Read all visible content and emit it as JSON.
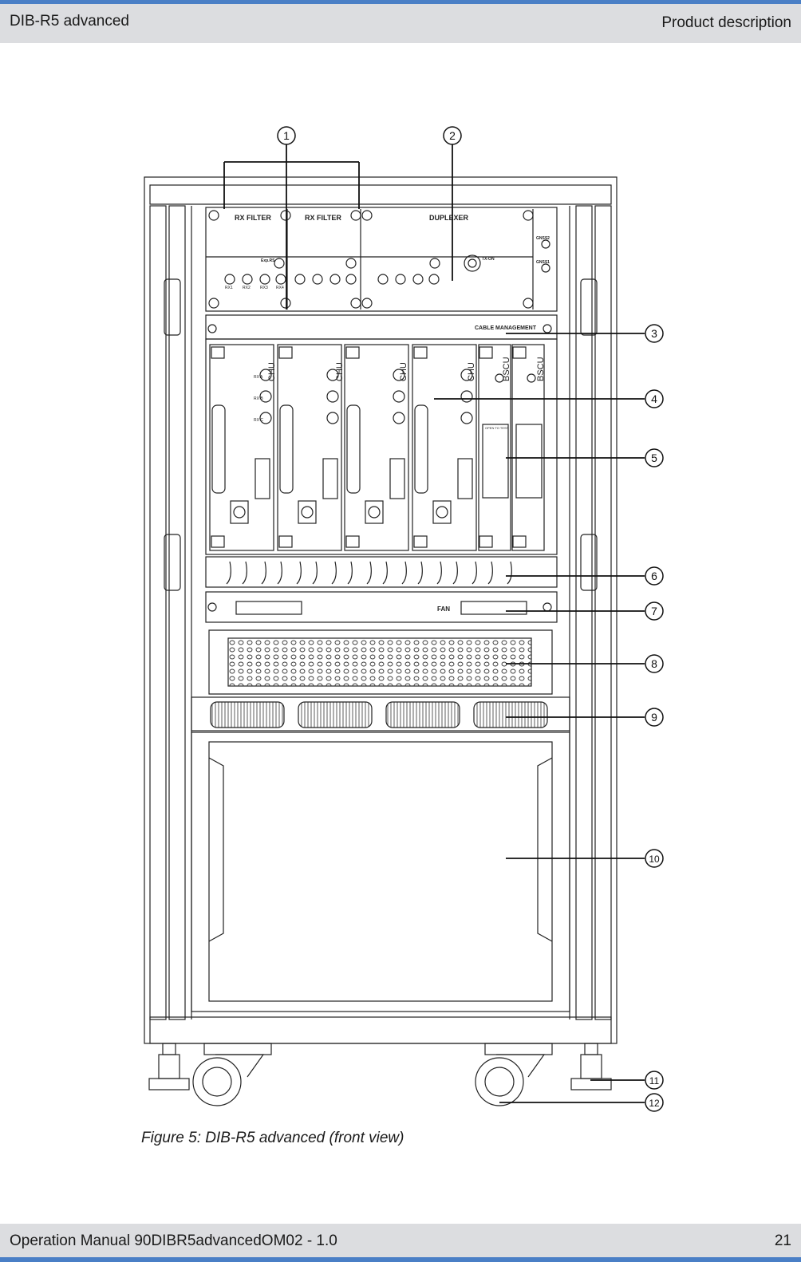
{
  "header": {
    "left": "DIB-R5 advanced",
    "right": "Product description"
  },
  "footer": {
    "left": "Operation Manual 90DIBR5advancedOM02 - 1.0",
    "right": "21"
  },
  "figure": {
    "caption": "Figure 5: DIB-R5 advanced (front view)",
    "panel_labels": {
      "rx_filter_1": "RX FILTER",
      "rx_filter_2": "RX FILTER",
      "duplexer": "DUPLEXER",
      "cable_management": "CABLE MANAGEMENT",
      "fan": "FAN",
      "gnss2": "GNSS2",
      "gnss1": "GNSS1",
      "tx_on": "TX-ON",
      "exp_rs": "Exp.RS",
      "open_to_test": "OPEN TO TEST"
    },
    "rx_port_labels": [
      "RX1",
      "RX2",
      "RX3",
      "RX4"
    ],
    "chu_port_labels": [
      "RX A",
      "RX B",
      "RX C"
    ],
    "chu_label": "CHU",
    "bscu_label": "BSCU",
    "callouts": [
      "1",
      "2",
      "3",
      "4",
      "5",
      "6",
      "7",
      "8",
      "9",
      "10",
      "11",
      "12"
    ]
  }
}
